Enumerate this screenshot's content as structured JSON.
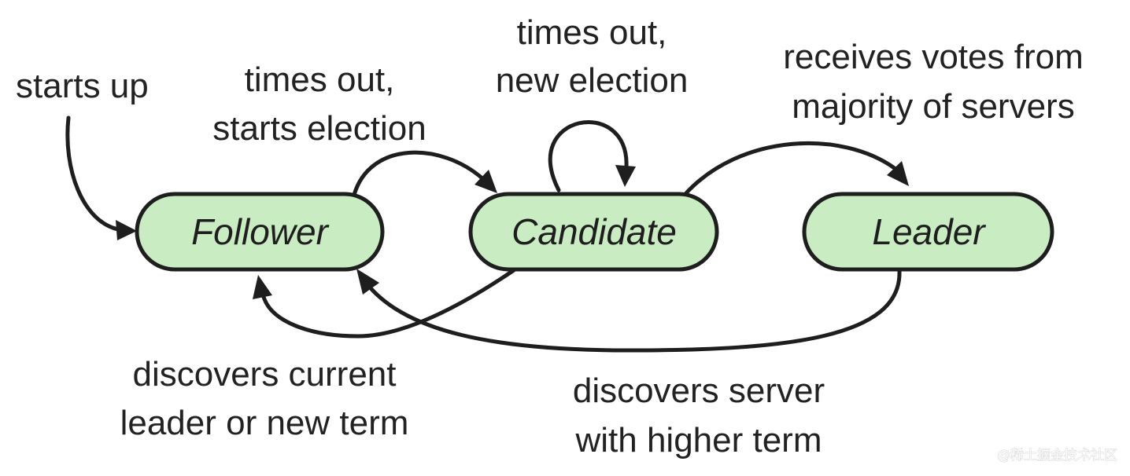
{
  "nodes": {
    "follower": "Follower",
    "candidate": "Candidate",
    "leader": "Leader"
  },
  "edges": {
    "starts_up": [
      "starts up"
    ],
    "times_out_starts_election": [
      "times out,",
      "starts election"
    ],
    "times_out_new_election": [
      "times out,",
      "new election"
    ],
    "receives_votes": [
      "receives votes from",
      "majority of servers"
    ],
    "discovers_current_leader": [
      "discovers current",
      "leader or new term"
    ],
    "discovers_higher_term": [
      "discovers server",
      "with higher term"
    ]
  },
  "watermark": "@稀土掘金技术社区",
  "colors": {
    "node_fill": "#c9ecc2",
    "stroke": "#1e1e1e",
    "text": "#222222"
  }
}
